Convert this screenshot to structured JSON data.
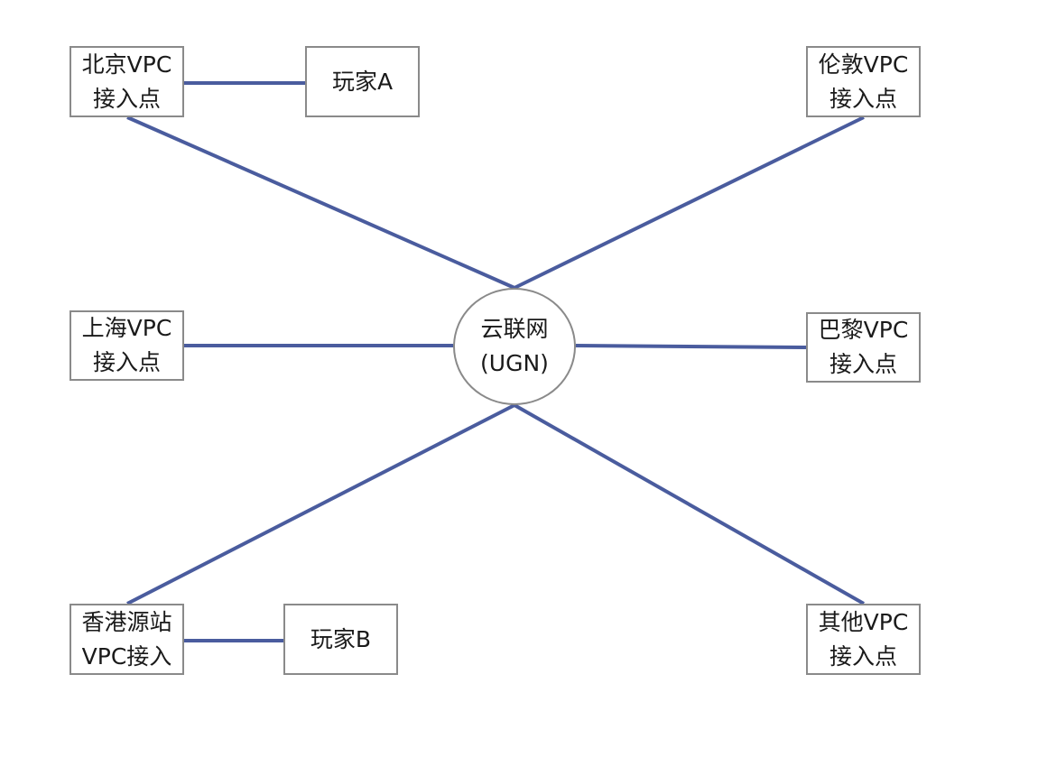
{
  "colors": {
    "edge": "#4a5c9e",
    "border": "#8a8a8a",
    "text": "#1a1a1a"
  },
  "hub": {
    "line1": "云联网",
    "line2": "(UGN)"
  },
  "nodes": {
    "beijing": {
      "line1": "北京VPC",
      "line2": "接入点"
    },
    "playerA": {
      "line1": "玩家A"
    },
    "london": {
      "line1": "伦敦VPC",
      "line2": "接入点"
    },
    "shanghai": {
      "line1": "上海VPC",
      "line2": "接入点"
    },
    "paris": {
      "line1": "巴黎VPC",
      "line2": "接入点"
    },
    "hongkong": {
      "line1": "香港源站",
      "line2": "VPC接入"
    },
    "playerB": {
      "line1": "玩家B"
    },
    "other": {
      "line1": "其他VPC",
      "line2": "接入点"
    }
  }
}
